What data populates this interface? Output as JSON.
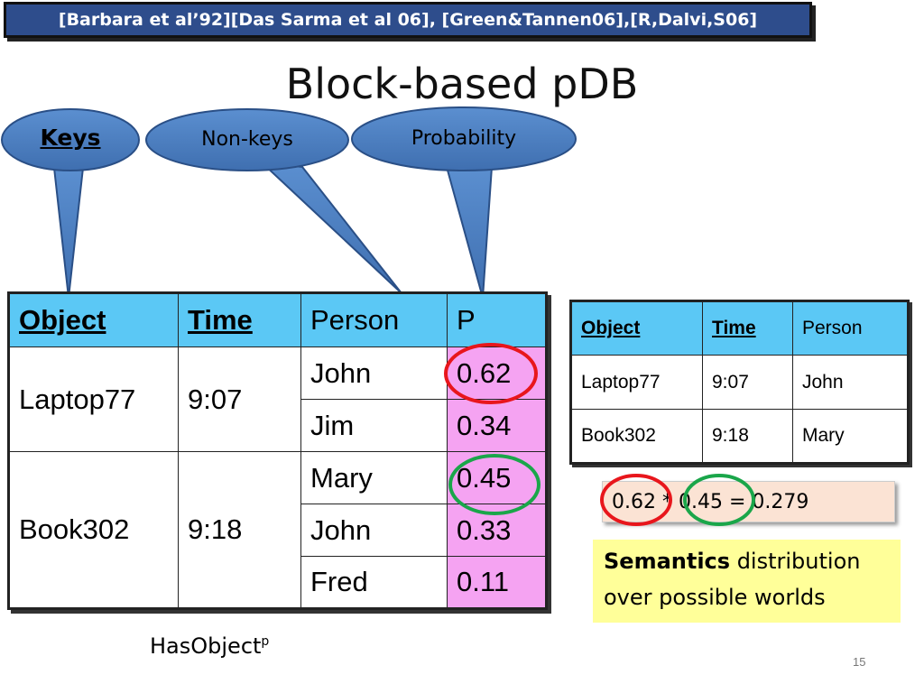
{
  "citation": "[Barbara et al’92][Das Sarma et al 06], [Green&Tannen06],[R,Dalvi,S06]",
  "title": "Block-based pDB",
  "callouts": {
    "keys": "Keys",
    "nonkeys": "Non-keys",
    "probability": "Probability"
  },
  "main_table": {
    "headers": [
      "Object",
      "Time",
      "Person",
      "P"
    ],
    "blocks": [
      {
        "object": "Laptop77",
        "time": "9:07",
        "rows": [
          {
            "person": "John",
            "p": "0.62"
          },
          {
            "person": "Jim",
            "p": "0.34"
          }
        ]
      },
      {
        "object": "Book302",
        "time": "9:18",
        "rows": [
          {
            "person": "Mary",
            "p": "0.45"
          },
          {
            "person": "John",
            "p": "0.33"
          },
          {
            "person": "Fred",
            "p": "0.11"
          }
        ]
      }
    ],
    "caption": "HasObject",
    "caption_sup": "p"
  },
  "world_table": {
    "headers": [
      "Object",
      "Time",
      "Person"
    ],
    "rows": [
      [
        "Laptop77",
        "9:07",
        "John"
      ],
      [
        "Book302",
        "9:18",
        "Mary"
      ]
    ]
  },
  "calculation": "0.62 * 0.45 = 0.279",
  "semantics": {
    "bold": "Semantics",
    "rest": " distribution over possible worlds"
  },
  "page_number": "15",
  "colors": {
    "header_bg": "#5bc8f5",
    "prob_bg": "#f5a3f2",
    "callout": "#4f81bd",
    "red_circle": "#e8161c",
    "green_circle": "#1aa64a"
  }
}
